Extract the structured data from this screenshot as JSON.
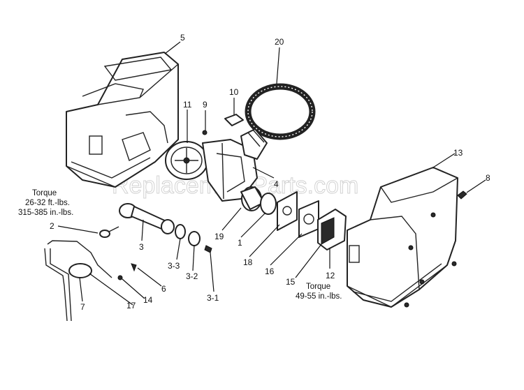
{
  "watermark": "ReplacementParts.com",
  "torque_left": [
    "Torque",
    "26-32 ft.-lbs.",
    "315-385 in.-lbs."
  ],
  "torque_right": [
    "Torque",
    "49-55 in.-lbs."
  ],
  "callouts": {
    "c5": "5",
    "c20": "20",
    "c10": "10",
    "c11": "11",
    "c9": "9",
    "c13": "13",
    "c8": "8",
    "c4": "4",
    "c2": "2",
    "c3": "3",
    "c19": "19",
    "c1": "1",
    "c18": "18",
    "c16": "16",
    "c12": "12",
    "c15": "15",
    "c3_3": "3-3",
    "c3_2": "3-2",
    "c3_1": "3-1",
    "c6": "6",
    "c17": "17",
    "c14": "14",
    "c7": "7"
  }
}
